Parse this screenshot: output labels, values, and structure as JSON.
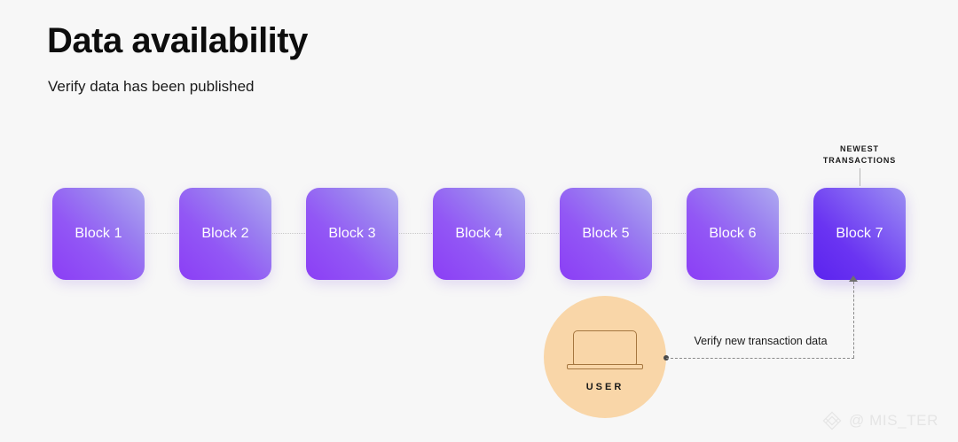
{
  "header": {
    "title": "Data availability",
    "subtitle": "Verify data has been published"
  },
  "chain": {
    "blocks": [
      {
        "label": "Block 1",
        "highlighted": false
      },
      {
        "label": "Block 2",
        "highlighted": false
      },
      {
        "label": "Block 3",
        "highlighted": false
      },
      {
        "label": "Block 4",
        "highlighted": false
      },
      {
        "label": "Block 5",
        "highlighted": false
      },
      {
        "label": "Block 6",
        "highlighted": false
      },
      {
        "label": "Block 7",
        "highlighted": true
      }
    ],
    "newest_callout": "NEWEST\nTRANSACTIONS",
    "newest_callout_line1": "NEWEST",
    "newest_callout_line2": "TRANSACTIONS"
  },
  "user_node": {
    "label": "USER",
    "icon": "laptop-icon"
  },
  "verify_flow": {
    "label": "Verify new transaction data",
    "direction": "user-to-block-7"
  },
  "watermark": {
    "handle": "@ MIS_TER",
    "logo": "diamond-logo-icon"
  },
  "colors": {
    "background": "#f7f7f7",
    "block_gradient_light": "#aeaaf0",
    "block_gradient_deep": "#8b3ef5",
    "newest_block_gradient_light": "#9b8ff2",
    "newest_block_gradient_deep": "#5b23ee",
    "user_circle": "#f9d6a8",
    "laptop_stroke": "#a5763f",
    "connector": "#c9c9c9",
    "dashed_path": "#8a8a8a",
    "text_primary": "#0d0d0d",
    "watermark_text": "#e2e2e2"
  }
}
